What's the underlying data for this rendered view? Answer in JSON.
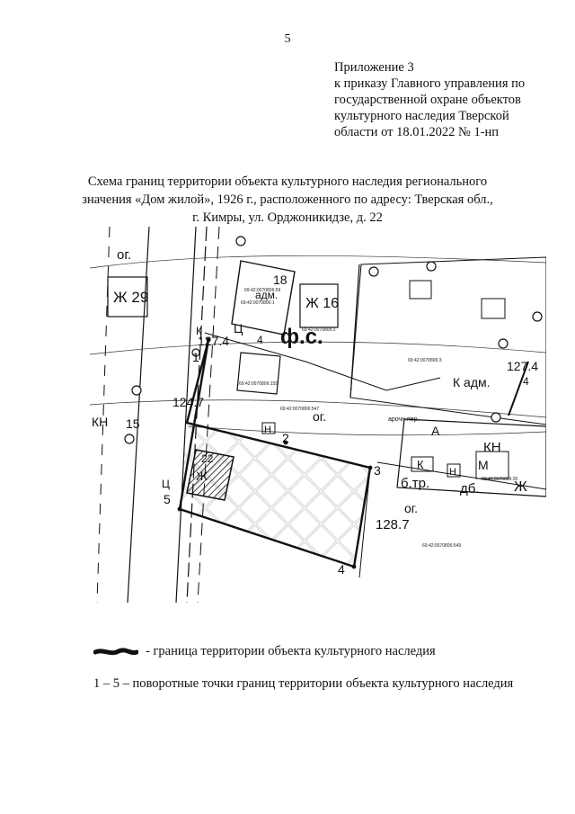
{
  "page_number": "5",
  "appendix": {
    "line1": "Приложение 3",
    "line2": "к приказу Главного управления по",
    "line3": "государственной охране объектов",
    "line4": "культурного наследия Тверской",
    "line5": "области от 18.01.2022 № 1-нп"
  },
  "title": {
    "line1": "Схема границ территории объекта культурного наследия регионального",
    "line2": "значения «Дом жилой», 1926 г., расположенного по адресу: Тверская обл.,",
    "line3": "г. Кимры, ул. Орджоникидзе, д. 22"
  },
  "map": {
    "labels": {
      "og_top_left": "ог.",
      "zh29": "Ж 29",
      "n18": "18",
      "adm_top": "адм.",
      "zh16": "Ж 16",
      "fs": "ф.с.",
      "c": "Ц",
      "k_left": "К",
      "ts_left": "Ц",
      "kn_left": "КН",
      "n15": "15",
      "n1274_left": "127.4",
      "n1247": "124.7",
      "n1274_right": "127.4",
      "k_adm": "К адм.",
      "og_mid": "ог.",
      "aroch_per": "арочн.пер.",
      "a": "А",
      "kn_right": "КН",
      "k_right": "К",
      "n_right": "Н",
      "m": "М",
      "btr": "б.тр.",
      "db": "дб.",
      "zh_right": "Ж",
      "og_lower": "ог.",
      "n1287": "128.7",
      "zh22": "Ж",
      "n22": "22",
      "n_small": "Н",
      "four_right": "4",
      "four_mid_right": "4"
    },
    "points": {
      "p1": "1",
      "p2": "2",
      "p3": "3",
      "p4": "4",
      "p5": "5"
    },
    "cadastral": {
      "c1": "69:42:0070806:59",
      "c2": "69:42:0070806:1",
      "c3": "69:42:0070806:2",
      "c4": "69:42:0070806:159",
      "c5": "69:42:0070806:547",
      "c6": "69:42:0070806:3",
      "c7": "69:42:0070806:35",
      "c8": "69:42:0070806:549"
    }
  },
  "legend": {
    "boundary_text": " - граница территории объекта культурного наследия",
    "points_text": "1 – 5 – поворотные точки границ территории объекта культурного наследия"
  }
}
